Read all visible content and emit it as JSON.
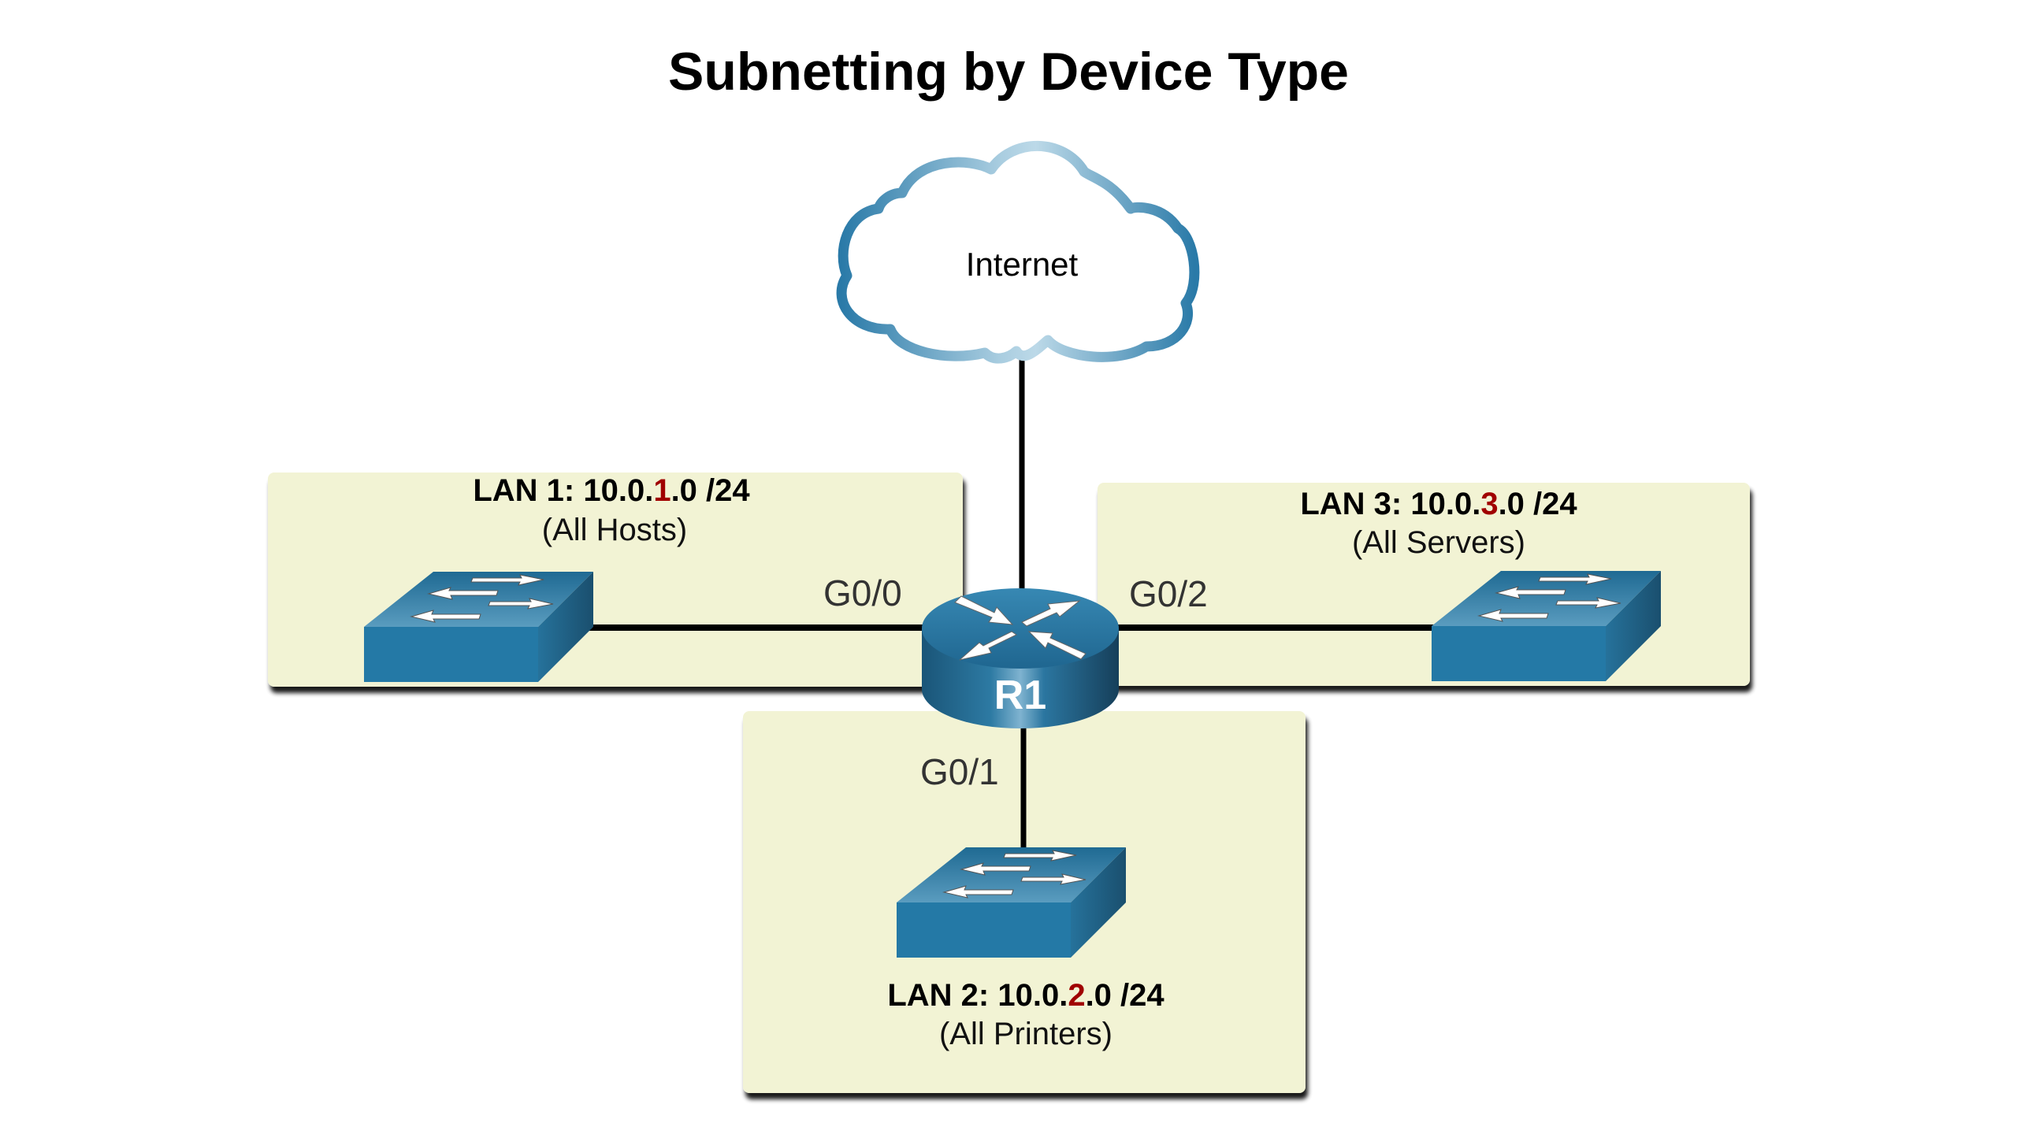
{
  "title": "Subnetting by Device Type",
  "colors": {
    "lan_fill": "#F2F3D4",
    "highlight": "#A00000",
    "device_blue": "#2478A6",
    "link": "#000000"
  },
  "cloud": {
    "icon": "cloud-icon",
    "label": "Internet"
  },
  "router": {
    "icon": "router-icon",
    "label": "R1"
  },
  "lans": [
    {
      "id": "lan1",
      "prefix": "LAN 1: 10.0.",
      "subnet_octet": "1",
      "suffix": ".0 /24",
      "description": "(All Hosts)",
      "interface": "G0/0",
      "device_icon": "switch-icon"
    },
    {
      "id": "lan2",
      "prefix": "LAN 2: 10.0.",
      "subnet_octet": "2",
      "suffix": ".0 /24",
      "description": "(All Printers)",
      "interface": "G0/1",
      "device_icon": "switch-icon"
    },
    {
      "id": "lan3",
      "prefix": "LAN 3: 10.0.",
      "subnet_octet": "3",
      "suffix": ".0 /24",
      "description": "(All Servers)",
      "interface": "G0/2",
      "device_icon": "switch-icon"
    }
  ]
}
